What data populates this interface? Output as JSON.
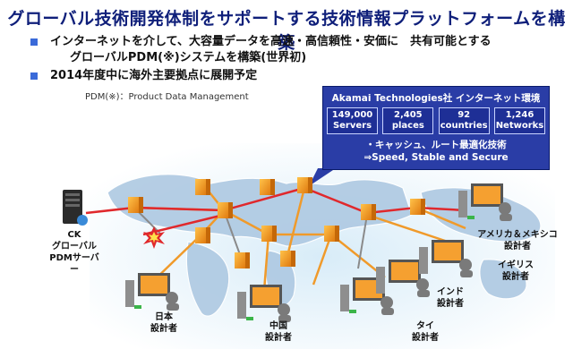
{
  "title": "グローバル技術開発体制をサポートする技術情報プラットフォームを構築",
  "bullets": [
    {
      "line1": "インターネットを介して、大容量データを高速・高信頼性・安価に　共有可能とする",
      "line2": "グローバルPDM(※)システムを構築(世界初)"
    },
    {
      "line1": "2014年度中に海外主要拠点に展開予定"
    }
  ],
  "note": "PDM(※)：Product Data Management",
  "akamai": {
    "header": "Akamai Technologies社 インターネット環境",
    "stats": [
      {
        "value": "149,000",
        "unit": "Servers"
      },
      {
        "value": "2,405",
        "unit": "places"
      },
      {
        "value": "92",
        "unit": "countries"
      },
      {
        "value": "1,246",
        "unit": "Networks"
      }
    ],
    "feature1": "・キャッシュ、ルート最適化技術",
    "feature2": "⇒Speed, Stable and Secure"
  },
  "labels": {
    "server": [
      "CK",
      "グローバル",
      "PDMサーバー"
    ],
    "japan": [
      "日本",
      "設計者"
    ],
    "china": [
      "中国",
      "設計者"
    ],
    "thai": [
      "タイ",
      "設計者"
    ],
    "india": [
      "インド",
      "設計者"
    ],
    "uk": [
      "イギリス",
      "設計者"
    ],
    "americas": [
      "アメリカ＆メキシコ",
      "設計者"
    ]
  },
  "colors": {
    "title": "#0f1f7a",
    "akamai_bg": "#2a3da6",
    "route": "#e0282c",
    "node": "#f0a020",
    "link": "#f09a2a"
  },
  "icons": [
    "server-rack-icon",
    "edge-server-icon",
    "designer-workstation-icon",
    "alert-burst-icon"
  ]
}
